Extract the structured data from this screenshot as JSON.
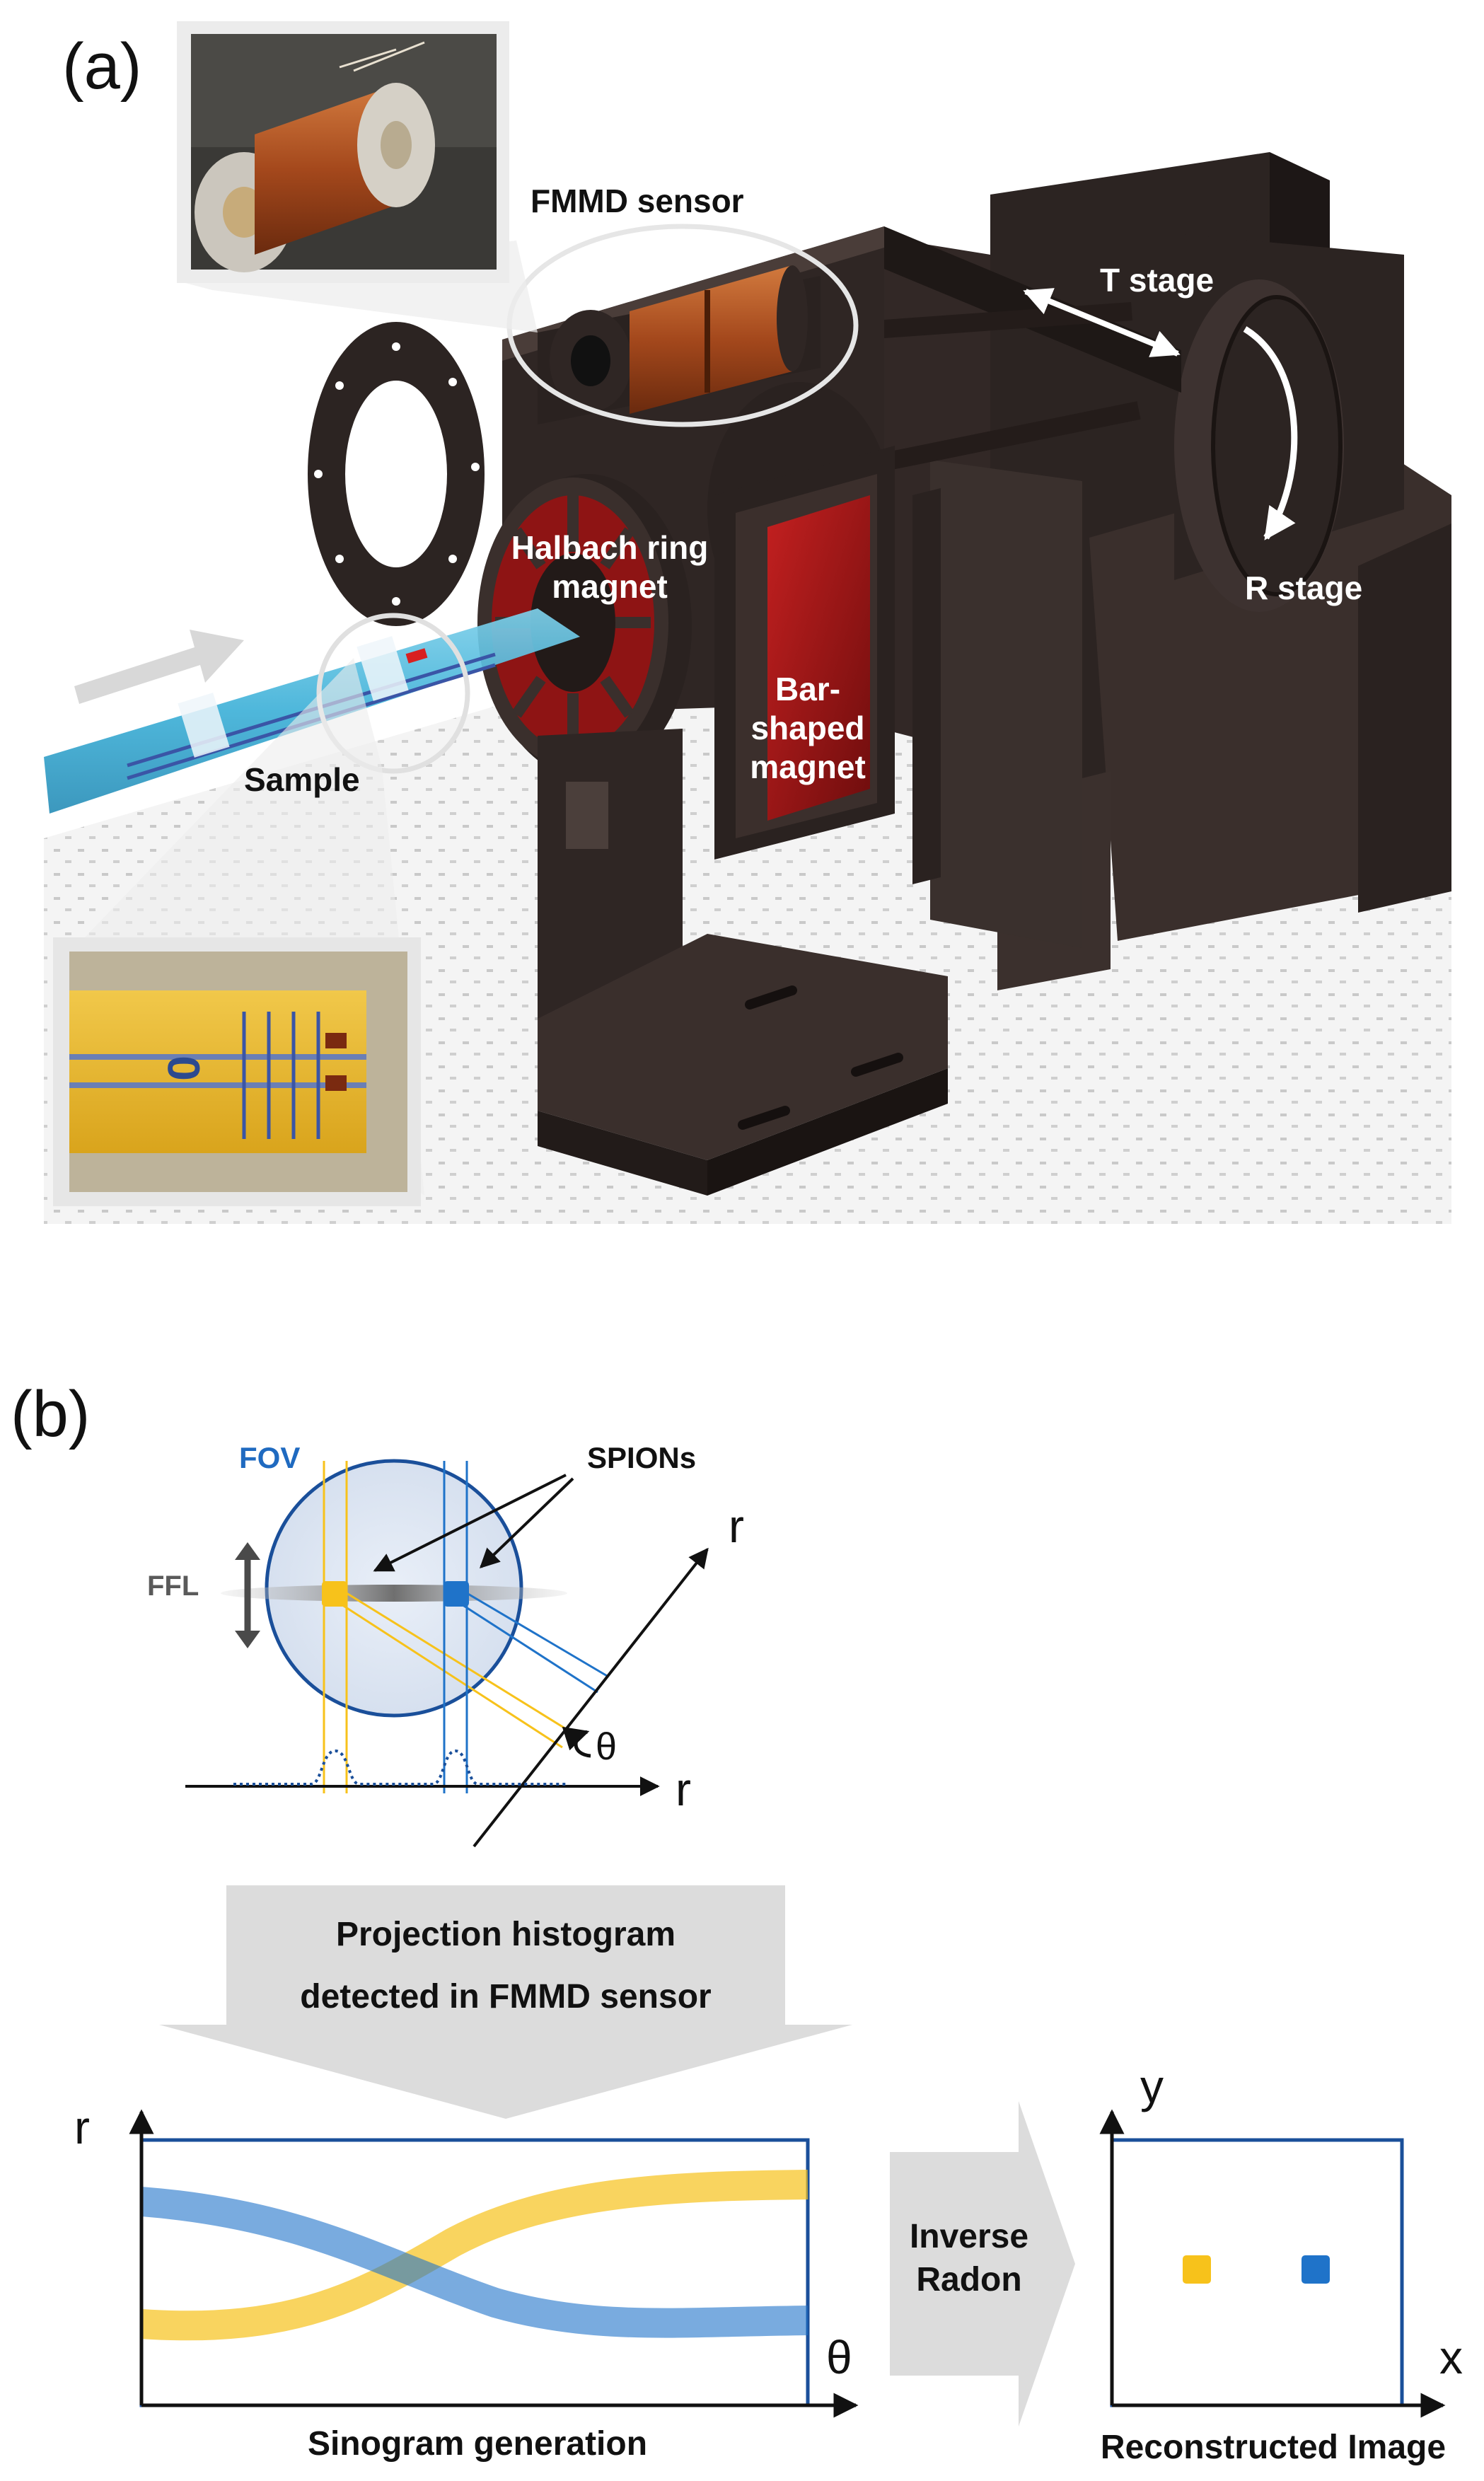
{
  "panel_a": {
    "label": "(a)",
    "fmmd_sensor": "FMMD sensor",
    "t_stage": "T stage",
    "r_stage": "R stage",
    "halbach_line1": "Halbach ring",
    "halbach_line2": "magnet",
    "bar_line1": "Bar-",
    "bar_line2": "shaped",
    "bar_line3": "magnet",
    "sample": "Sample",
    "inset_tube_digit": "0"
  },
  "panel_b": {
    "label": "(b)",
    "fov": "FOV",
    "spions": "SPIONs",
    "ffl": "FFL",
    "r_axis_rotated": "r",
    "r_axis_horizontal": "r",
    "theta_symbol": "θ",
    "projection_line1": "Projection histogram",
    "projection_line2": "detected in FMMD sensor",
    "sinogram_r": "r",
    "sinogram_theta": "θ",
    "sinogram_caption": "Sinogram generation",
    "inverse_line1": "Inverse",
    "inverse_line2": "Radon",
    "recon_y": "y",
    "recon_x": "x",
    "recon_caption": "Reconstructed Image"
  },
  "colors": {
    "yellow": "#f7c21b",
    "blue": "#1f73c9",
    "dark_metal": "#2f2624",
    "magnet_red": "#9e1414",
    "copper": "#a4481c",
    "frame_blue": "#1a4f9a",
    "arrow_grey": "#dcdcdc"
  }
}
